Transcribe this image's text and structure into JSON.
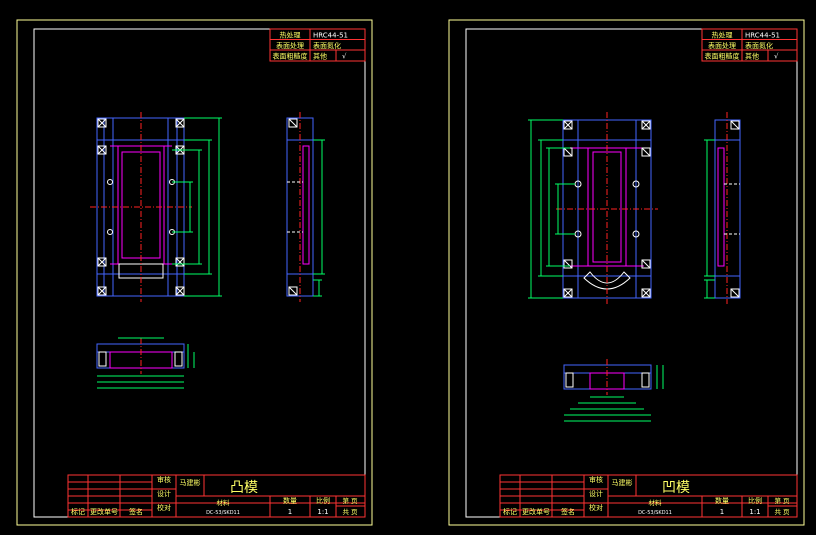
{
  "sheets": [
    {
      "id": "convex",
      "spec": {
        "row1_label": "热处理",
        "row1_value": "HRC44-51",
        "row2_label": "表面处理",
        "row2_value": "表面氮化",
        "row3_label": "表面粗糙度",
        "row3_value": "其他",
        "row3_symbol": "√"
      },
      "title_block": {
        "approve": "审核",
        "design": "设计",
        "check": "校对",
        "signature": "马建彬",
        "part_name": "凸模",
        "material_label": "材料",
        "material_value": "DC-53/SKD11",
        "qty_label": "数量",
        "qty_value": "1",
        "scale_label": "比例",
        "scale_value": "1:1",
        "sheet_label": "第 页",
        "total_label": "共 页",
        "mark": "标记",
        "change_no": "更改单号",
        "sign": "签名"
      }
    },
    {
      "id": "concave",
      "spec": {
        "row1_label": "热处理",
        "row1_value": "HRC44-51",
        "row2_label": "表面处理",
        "row2_value": "表面氮化",
        "row3_label": "表面粗糙度",
        "row3_value": "其他",
        "row3_symbol": "√"
      },
      "title_block": {
        "approve": "审核",
        "design": "设计",
        "check": "校对",
        "signature": "马建彬",
        "part_name": "凹模",
        "material_label": "材料",
        "material_value": "DC-53/SKD11",
        "qty_label": "数量",
        "qty_value": "1",
        "scale_label": "比例",
        "scale_value": "1:1",
        "sheet_label": "第 页",
        "total_label": "共 页",
        "mark": "标记",
        "change_no": "更改单号",
        "sign": "签名"
      }
    }
  ],
  "colors": {
    "frame": "#ffff99",
    "border": "#ffffff",
    "table": "#ff3333",
    "outline": "#4466ff",
    "part": "#ff00ff",
    "dim": "#00ff66",
    "center": "#ff2222",
    "hole": "#ffffff"
  }
}
